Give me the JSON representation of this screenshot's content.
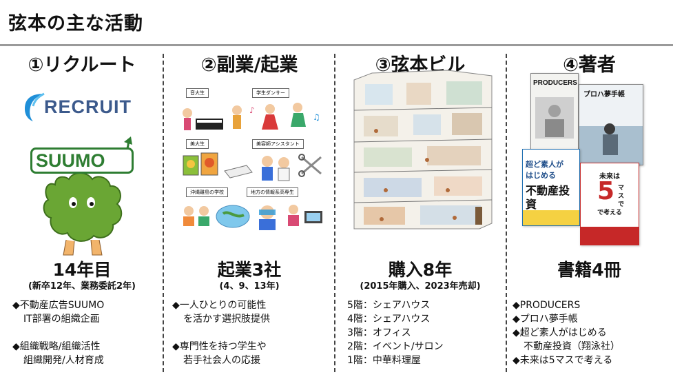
{
  "page": {
    "title": "弦本の主な活動"
  },
  "columns": {
    "recruit": {
      "heading": "①リクルート",
      "logo_text": "RECRUIT",
      "mascot_text": "SUUMO",
      "stat": "14年目",
      "sub": "(新卒12年、業務委託2年)",
      "bullets": [
        {
          "line1": "◆不動産広告SUUMO",
          "line2": "IT部署の組織企画"
        },
        {
          "line1": "◆組織戦略/組織活性",
          "line2": "組織開発/人材育成"
        }
      ]
    },
    "business": {
      "heading": "②副業/起業",
      "labels": [
        "音大生",
        "学生ダンサー",
        "美大生",
        "美容師アシスタント",
        "沖縄離島の学校",
        "地方の情報系高専生"
      ],
      "stat": "起業3社",
      "sub": "(4、9、13年)",
      "bullets": [
        {
          "line1": "◆一人ひとりの可能性",
          "line2": "を活かす選択肢提供"
        },
        {
          "line1": "◆専門性を持つ学生や",
          "line2": "若手社会人の応援"
        }
      ]
    },
    "building": {
      "heading": "③弦本ビル",
      "stat": "購入8年",
      "sub": "(2015年購入、2023年売却)",
      "floors": [
        "5階：シェアハウス",
        "4階：シェアハウス",
        "3階：オフィス",
        "2階：イベント/サロン",
        "1階：中華料理屋"
      ]
    },
    "author": {
      "heading": "④著者",
      "book1_title": "PRODUCERS",
      "book2_title": "プロハ夢手帳",
      "book3_line1": "超ど素人が",
      "book3_line2": "はじめる",
      "book3_line3": "不動産投資",
      "book4_line1": "未来は",
      "book4_number": "5",
      "book4_side": "マスで",
      "book4_line3": "で考える",
      "stat": "書籍4冊",
      "bullets": [
        "◆PRODUCERS",
        "◆プロハ夢手帳",
        "◆超ど素人がはじめる",
        "不動産投資（翔泳社）",
        "◆未来は5マスで考える"
      ]
    }
  },
  "colors": {
    "rule": "#9a9a9a",
    "recruit_blue": "#3c5a8c",
    "suumo_green": "#2e7d32",
    "book_red": "#c62828"
  }
}
